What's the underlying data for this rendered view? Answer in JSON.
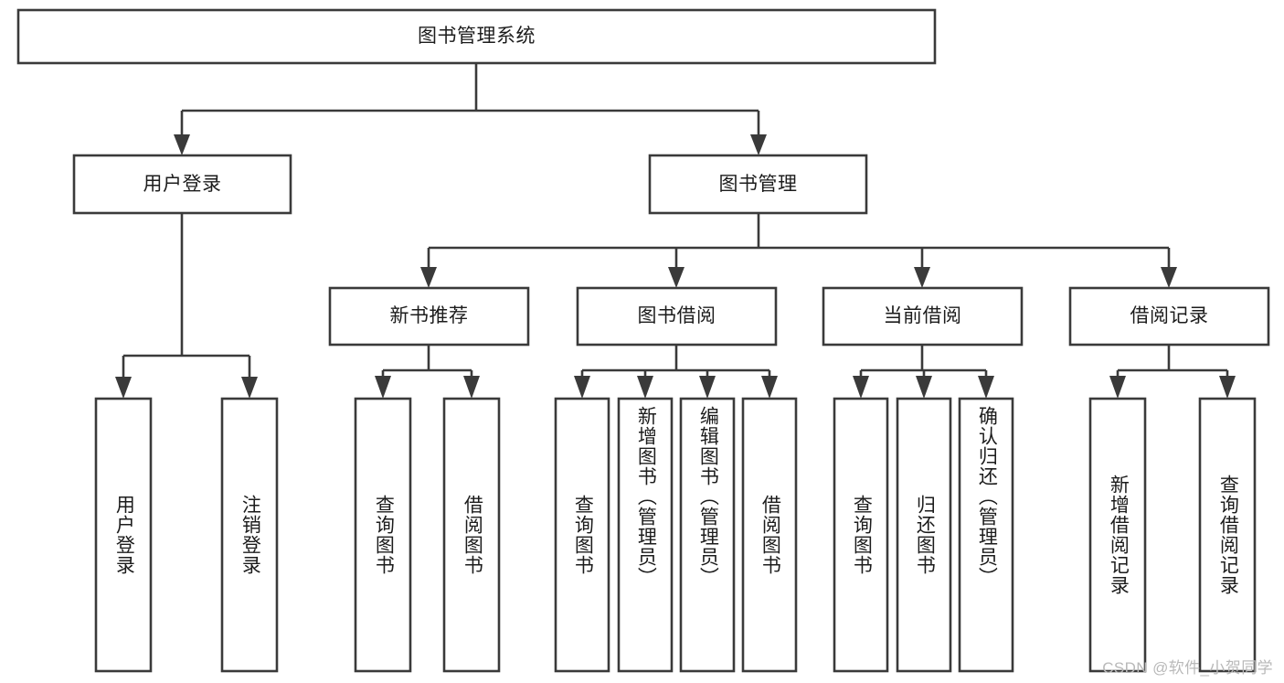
{
  "diagram": {
    "type": "tree",
    "title_node": "图书管理系统",
    "watermark": "CSDN @软件_小贺同学",
    "nodes": {
      "root": {
        "label": "图书管理系统"
      },
      "level2": [
        {
          "id": "user-login",
          "label": "用户登录"
        },
        {
          "id": "book-manage",
          "label": "图书管理"
        }
      ],
      "level3": [
        {
          "id": "new-book-rec",
          "label": "新书推荐"
        },
        {
          "id": "book-borrow",
          "label": "图书借阅"
        },
        {
          "id": "current-borrow",
          "label": "当前借阅"
        },
        {
          "id": "borrow-record",
          "label": "借阅记录"
        }
      ],
      "leaves": [
        {
          "id": "leaf-user-login",
          "label": "用户登录",
          "parent": "user-login"
        },
        {
          "id": "leaf-logout-login",
          "label": "注销登录",
          "parent": "user-login"
        },
        {
          "id": "leaf-query-book-1",
          "label": "查询图书",
          "parent": "new-book-rec"
        },
        {
          "id": "leaf-borrow-book-1",
          "label": "借阅图书",
          "parent": "new-book-rec"
        },
        {
          "id": "leaf-query-book-2",
          "label": "查询图书",
          "parent": "book-borrow"
        },
        {
          "id": "leaf-add-book",
          "label": "新增图书（管理员）",
          "parent": "book-borrow"
        },
        {
          "id": "leaf-edit-book",
          "label": "编辑图书（管理员）",
          "parent": "book-borrow"
        },
        {
          "id": "leaf-borrow-book-2",
          "label": "借阅图书",
          "parent": "book-borrow"
        },
        {
          "id": "leaf-query-book-3",
          "label": "查询图书",
          "parent": "current-borrow"
        },
        {
          "id": "leaf-return-book",
          "label": "归还图书",
          "parent": "current-borrow"
        },
        {
          "id": "leaf-confirm-return",
          "label": "确认归还（管理员）",
          "parent": "current-borrow"
        },
        {
          "id": "leaf-add-record",
          "label": "新增借阅记录",
          "parent": "borrow-record"
        },
        {
          "id": "leaf-query-record",
          "label": "查询借阅记录",
          "parent": "borrow-record"
        }
      ]
    },
    "colors": {
      "stroke": "#3a3a3a",
      "fill": "#ffffff",
      "text": "#1c1c1c",
      "watermark": "#b9b9b9"
    }
  }
}
